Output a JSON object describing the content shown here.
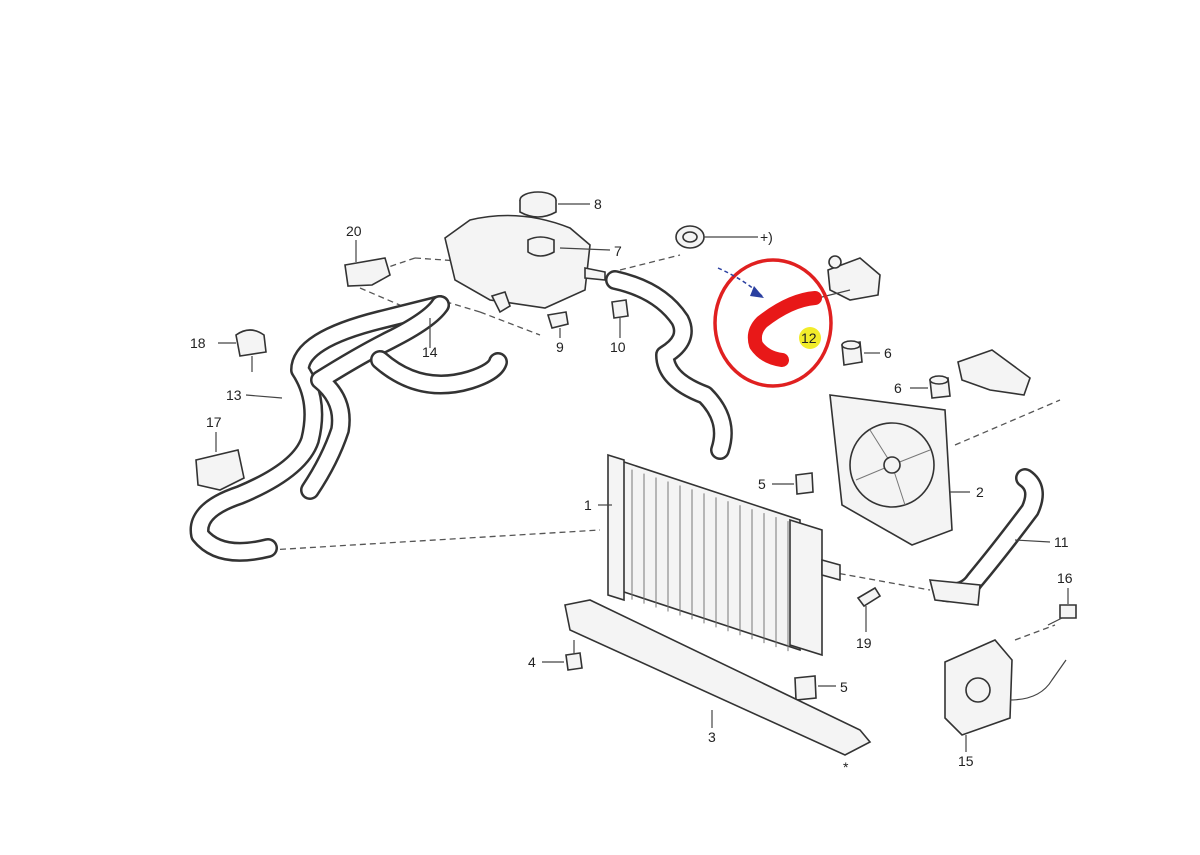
{
  "callouts": {
    "c1": "1",
    "c2": "2",
    "c3": "3",
    "c4": "4",
    "c5a": "5",
    "c5b": "5",
    "c6a": "6",
    "c6b": "6",
    "c7": "7",
    "c8": "8",
    "c9": "9",
    "c10": "10",
    "c11": "11",
    "c12": "12",
    "c13": "13",
    "c14": "14",
    "c15": "15",
    "c16": "16",
    "c17": "17",
    "c18": "18",
    "c19": "19",
    "c20": "20",
    "cplus": "+)",
    "cstar": "*"
  },
  "colors": {
    "highlight_ring": "#e02020",
    "highlighted_hose": "#e81818",
    "marker": "#f2ec2a",
    "pointer_arrow": "#2a3fa0"
  }
}
